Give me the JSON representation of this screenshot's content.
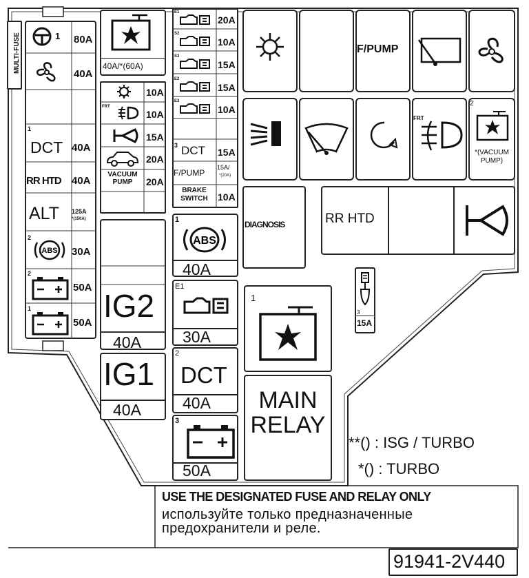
{
  "multi_fuse": {
    "label": "MULTI-FUSE",
    "rows": [
      {
        "icon": "steering-icon",
        "mark": "1",
        "amps": "80A"
      },
      {
        "icon": "fan-icon",
        "amps": "40A"
      },
      {
        "label": "DCT",
        "amps": "40A",
        "mark": "1"
      },
      {
        "label": "RR HTD",
        "amps": "40A"
      },
      {
        "label": "ALT",
        "amps": "125A",
        "alt_amps": "*(150A)"
      },
      {
        "icon": "abs-icon",
        "mark": "2",
        "amps": "30A"
      },
      {
        "icon": "battery-icon",
        "mark": "2",
        "amps": "50A"
      },
      {
        "icon": "battery-icon",
        "mark": "1",
        "amps": "50A"
      }
    ]
  },
  "col2": {
    "cooling_fan": {
      "amps": "40A/*(60A)"
    },
    "fuses": [
      {
        "icon": "ac-icon",
        "amps": "10A"
      },
      {
        "icon": "front-fog-icon",
        "prefix": "FRT",
        "amps": "10A"
      },
      {
        "icon": "horn-icon",
        "amps": "15A"
      },
      {
        "icon": "car-icon",
        "amps": "20A"
      },
      {
        "label": "VACUUM PUMP",
        "amps": "20A"
      }
    ],
    "ig2": {
      "label": "IG2",
      "amps": "40A"
    },
    "ig1": {
      "label": "IG1",
      "amps": "40A"
    }
  },
  "col3": {
    "fuses": [
      {
        "mark": "E1",
        "icon": "engine-icon",
        "amps": "20A"
      },
      {
        "mark": "S2",
        "icon": "engine-icon",
        "amps": "10A"
      },
      {
        "mark": "S3",
        "icon": "engine-icon",
        "amps": "15A"
      },
      {
        "mark": "E2",
        "icon": "engine-icon",
        "amps": "15A"
      },
      {
        "mark": "E3",
        "icon": "engine-icon",
        "amps": "10A"
      },
      {
        "mark": "3",
        "label": "DCT",
        "amps": "15A"
      },
      {
        "label": "F/PUMP",
        "amps": "15A/",
        "alt_amps": "*(20A)"
      },
      {
        "label": "BRAKE SWITCH",
        "amps": "10A"
      }
    ],
    "big": [
      {
        "mark": "1",
        "icon": "abs-icon",
        "amps": "40A"
      },
      {
        "mark": "E1",
        "icon": "engine-icon",
        "amps": "30A"
      },
      {
        "mark": "2",
        "label": "DCT",
        "amps": "40A"
      },
      {
        "mark": "3",
        "icon": "battery-icon",
        "amps": "50A"
      }
    ]
  },
  "relays": {
    "row1": [
      {
        "icon": "ac-icon"
      },
      {
        "label": ""
      },
      {
        "label": "F/PUMP"
      },
      {
        "icon": "wiper-rear-icon"
      },
      {
        "icon": "fan-icon"
      }
    ],
    "row2": [
      {
        "icon": "headlight-icon"
      },
      {
        "icon": "wiper-icon"
      },
      {
        "icon": "arrow-circle-icon"
      },
      {
        "icon": "front-fog-icon",
        "prefix": "FRT"
      },
      {
        "icon": "cooling-fan-icon",
        "mark": "2",
        "label": "*(VACUUM PUMP)"
      }
    ],
    "diagnosis": "DIAGNOSIS",
    "rr_htd": "RR HTD",
    "horn": {
      "icon": "horn-icon"
    },
    "small_fuse": {
      "mark": "3",
      "amps": "15A"
    },
    "fan_relay": {
      "mark": "1",
      "icon": "cooling-fan-icon"
    },
    "main_relay": "MAIN RELAY"
  },
  "legend": {
    "isg_turbo": "**() : ISG / TURBO",
    "turbo": "*() : TURBO"
  },
  "notice_en": "USE THE DESIGNATED FUSE AND RELAY ONLY",
  "notice_ru_1": "используйте только предназначенные",
  "notice_ru_2": "предохранители и реле.",
  "part_number": "91941-2V440"
}
